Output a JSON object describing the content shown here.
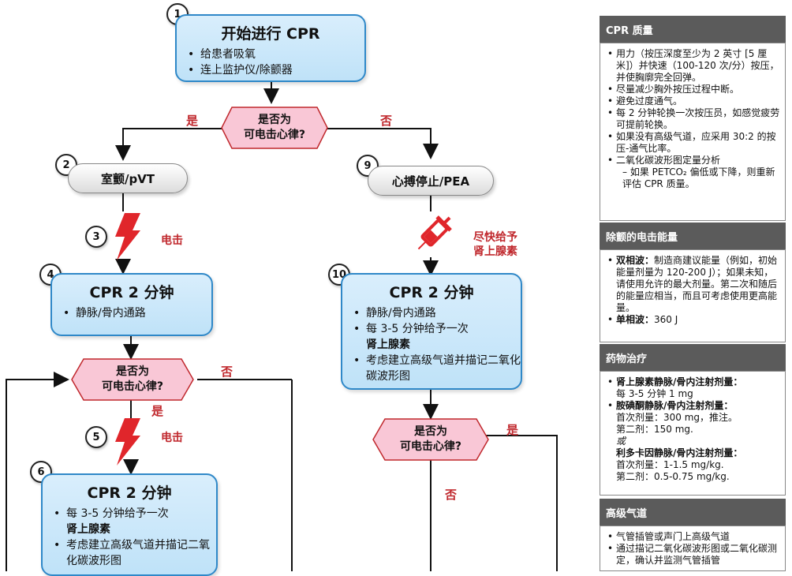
{
  "steps": {
    "s1": {
      "num": "1",
      "title": "开始进行 CPR",
      "items": [
        "给患者吸氧",
        "连上监护仪/除颤器"
      ]
    },
    "s2": {
      "num": "2",
      "label": "室颤/pVT"
    },
    "s3": {
      "num": "3",
      "label": "电击"
    },
    "s4": {
      "num": "4",
      "title": "CPR 2 分钟",
      "items": [
        "静脉/骨内通路"
      ]
    },
    "s5": {
      "num": "5",
      "label": "电击"
    },
    "s6": {
      "num": "6",
      "title": "CPR 2 分钟",
      "item1": "每 3-5 分钟给予一次",
      "item1_bold": "肾上腺素",
      "item2": "考虑建立高级气道并描记二氧化碳波形图"
    },
    "s9": {
      "num": "9",
      "label": "心搏停止/PEA"
    },
    "s10": {
      "num": "10",
      "title": "CPR 2 分钟",
      "item1": "静脉/骨内通路",
      "item2": "每 3-5 分钟给予一次",
      "item2_bold": "肾上腺素",
      "item3": "考虑建立高级气道并描记二氧化碳波形图"
    },
    "epi_note": {
      "line1": "尽快给予",
      "line2": "肾上腺素"
    }
  },
  "decisions": {
    "d1": {
      "line1": "是否为",
      "line2": "可电击心律?",
      "yes": "是",
      "no": "否"
    },
    "d2": {
      "line1": "是否为",
      "line2": "可电击心律?",
      "yes": "是",
      "no": "否"
    },
    "d3": {
      "line1": "是否为",
      "line2": "可电击心律?",
      "yes": "是",
      "no": "否"
    }
  },
  "panel": {
    "quality": {
      "header": "CPR 质量",
      "b1": "用力（按压深度至少为 2 英寸 [5 厘米]）并快速（100-120 次/分）按压，并使胸廓完全回弹。",
      "b2": "尽量减少胸外按压过程中断。",
      "b3": "避免过度通气。",
      "b4": "每 2 分钟轮换一次按压员，如感觉疲劳可提前轮换。",
      "b5": "如果没有高级气道，应采用 30:2 的按压-通气比率。",
      "b6": "二氧化碳波形图定量分析",
      "b6_sub": "– 如果 PETCO₂ 偏低或下降，则重新评估 CPR 质量。"
    },
    "energy": {
      "header": "除颤的电击能量",
      "b1_bold": "双相波：",
      "b1": "制造商建议能量（例如，初始能量剂量为 120-200 J）；如果未知，请使用允许的最大剂量。第二次和随后的能量应相当，而且可考虑使用更高能量。",
      "b2_bold": "单相波：",
      "b2": "360 J"
    },
    "drugs": {
      "header": "药物治疗",
      "epi_title": "肾上腺素静脉/骨内注射剂量：",
      "epi_dose": "每 3-5 分钟 1 mg",
      "amio_title": "胺碘酮静脉/骨内注射剂量：",
      "amio_first": "首次剂量：300 mg，推注。",
      "amio_second": "第二剂：150 mg.",
      "or": "或",
      "lido_title": "利多卡因静脉/骨内注射剂量：",
      "lido_first": "首次剂量：1-1.5 mg/kg.",
      "lido_second": "第二剂：0.5-0.75 mg/kg."
    },
    "airway": {
      "header": "高级气道",
      "b1": "气管插管或声门上高级气道",
      "b2": "通过描记二氧化碳波形图或二氧化碳测定，确认并监测气管插管"
    }
  },
  "colors": {
    "box_border": "#2f88c8",
    "box_fill": "#cfe8fa",
    "decision_fill": "#f9c7d6",
    "accent_red": "#c0282d",
    "panel_header": "#5b5b5b"
  }
}
